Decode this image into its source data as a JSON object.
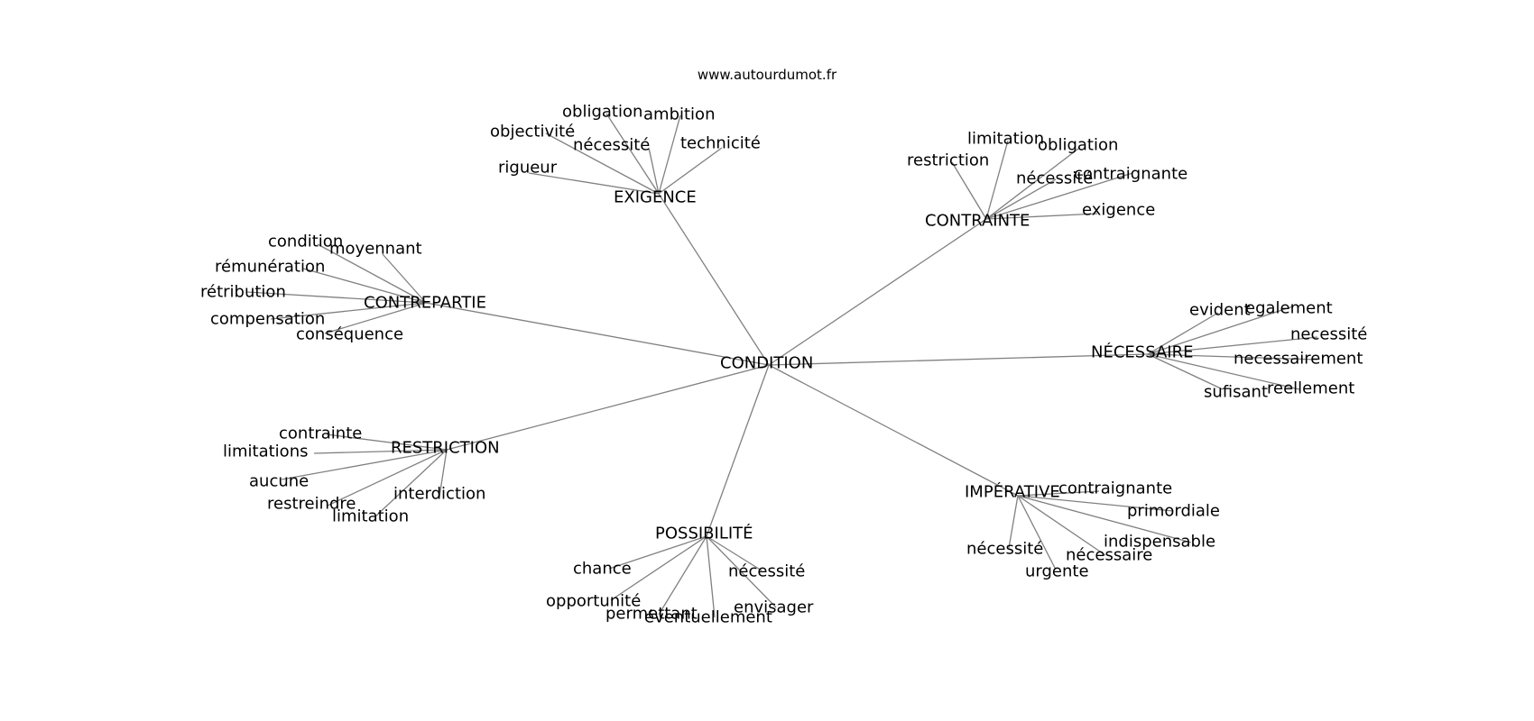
{
  "site": "www.autourdumot.fr",
  "center": "CONDITION",
  "clusters": [
    {
      "id": "exigence",
      "label": "EXIGENCE",
      "words": [
        "obligation",
        "ambition",
        "objectivité",
        "nécessité",
        "technicité",
        "rigueur"
      ]
    },
    {
      "id": "contrainte",
      "label": "CONTRAINTE",
      "words": [
        "limitation",
        "obligation",
        "restriction",
        "nécessité",
        "contraignante",
        "exigence"
      ]
    },
    {
      "id": "contrepartie",
      "label": "CONTREPARTIE",
      "words": [
        "condition",
        "moyennant",
        "rémunération",
        "rétribution",
        "compensation",
        "conséquence"
      ]
    },
    {
      "id": "necessaire",
      "label": "NÉCESSAIRE",
      "words": [
        "evident",
        "egalement",
        "necessité",
        "necessairement",
        "sufisant",
        "reellement"
      ]
    },
    {
      "id": "restriction",
      "label": "RESTRICTION",
      "words": [
        "contrainte",
        "limitations",
        "aucune",
        "interdiction",
        "restreindre",
        "limitation"
      ]
    },
    {
      "id": "imperative",
      "label": "IMPÉRATIVE",
      "words": [
        "contraignante",
        "primordiale",
        "indispensable",
        "nécessité",
        "nécessaire",
        "urgente"
      ]
    },
    {
      "id": "possibilite",
      "label": "POSSIBILITÉ",
      "words": [
        "chance",
        "nécessité",
        "opportunité",
        "envisager",
        "permettant",
        "éventuellement"
      ]
    }
  ]
}
